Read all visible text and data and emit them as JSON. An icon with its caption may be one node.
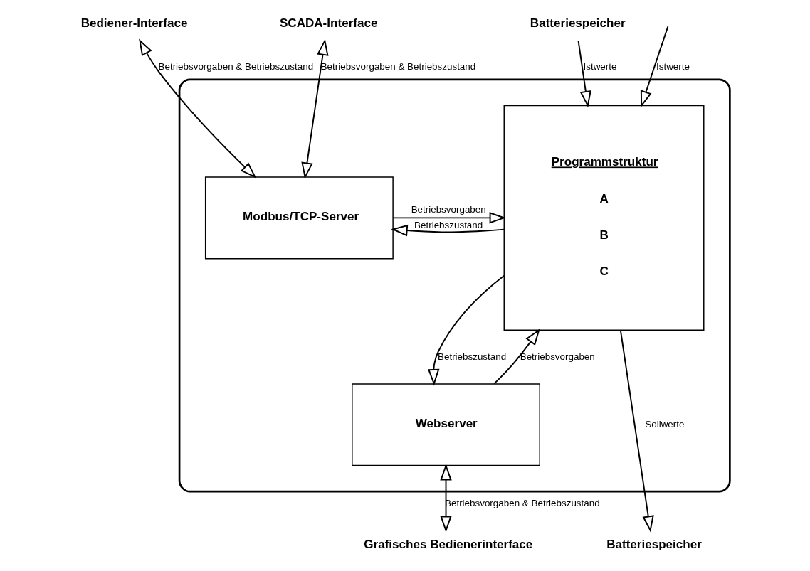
{
  "diagram": {
    "nodes": [
      {
        "text": [],
        "shape": "box"
      },
      {
        "text": [
          "Programmstruktur",
          "A",
          "B",
          "C"
        ],
        "in": 0
      },
      {
        "text": [
          "Modbus/TCP-Server"
        ],
        "in": 0
      },
      {
        "text": [
          "Webserver"
        ],
        "in": 0
      },
      {
        "text": [
          "Batteriespeicher"
        ]
      },
      {
        "text": [
          "Bediener-Interface"
        ]
      },
      {
        "text": [
          "SCADA-Interface"
        ]
      },
      {
        "text": [
          "Batteriespeicher"
        ]
      },
      {
        "text": [
          "Grafisches Bedienerinterface"
        ]
      }
    ],
    "edges": [
      {
        "from": null,
        "to": 1,
        "arrow": "to",
        "label": "Istwerte"
      },
      {
        "from": 4,
        "to": 1,
        "arrow": "to",
        "label": "Istwerte"
      },
      {
        "from": 2,
        "to": 5,
        "arrow": "both",
        "label": "Betriebsvorgaben & Betriebszustand"
      },
      {
        "from": 2,
        "to": 6,
        "arrow": "both",
        "label": "Betriebsvorgaben & Betriebszustand"
      },
      {
        "from": 2,
        "to": 1,
        "arrow": "to",
        "label": "Betriebsvorgaben"
      },
      {
        "from": 1,
        "to": 2,
        "arrow": "to",
        "label": "Betriebszustand"
      },
      {
        "from": 3,
        "to": 1,
        "arrow": "to",
        "label": "Betriebsvorgaben"
      },
      {
        "from": 1,
        "to": 3,
        "arrow": "to",
        "label": "Betriebszustand"
      },
      {
        "from": 1,
        "to": 7,
        "arrow": "to",
        "label": "Sollwerte"
      },
      {
        "from": 3,
        "to": 8,
        "arrow": "both",
        "label": "Betriebsvorgaben & Betriebszustand"
      }
    ]
  }
}
